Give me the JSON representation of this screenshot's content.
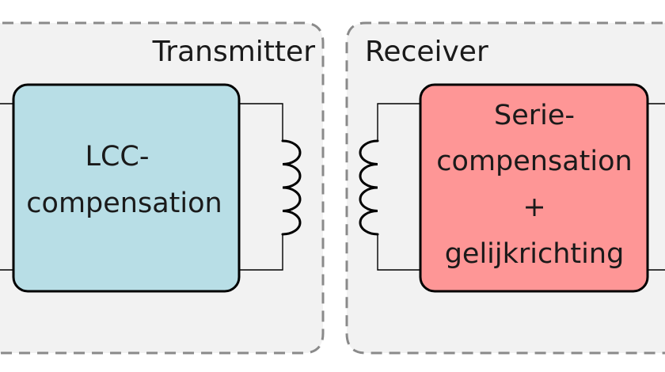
{
  "colors": {
    "region_fill": "#f2f2f2",
    "region_border": "#8a8a8a",
    "transmitter_block_fill": "#b8dee6",
    "receiver_block_fill": "#fe9696",
    "line": "#000000"
  },
  "transmitter": {
    "label": "Transmitter",
    "block_lines": [
      "LCC-",
      "compensation"
    ]
  },
  "receiver": {
    "label": "Receiver",
    "block_lines": [
      "Serie-",
      "compensation",
      "+",
      "gelijkrichting"
    ]
  }
}
